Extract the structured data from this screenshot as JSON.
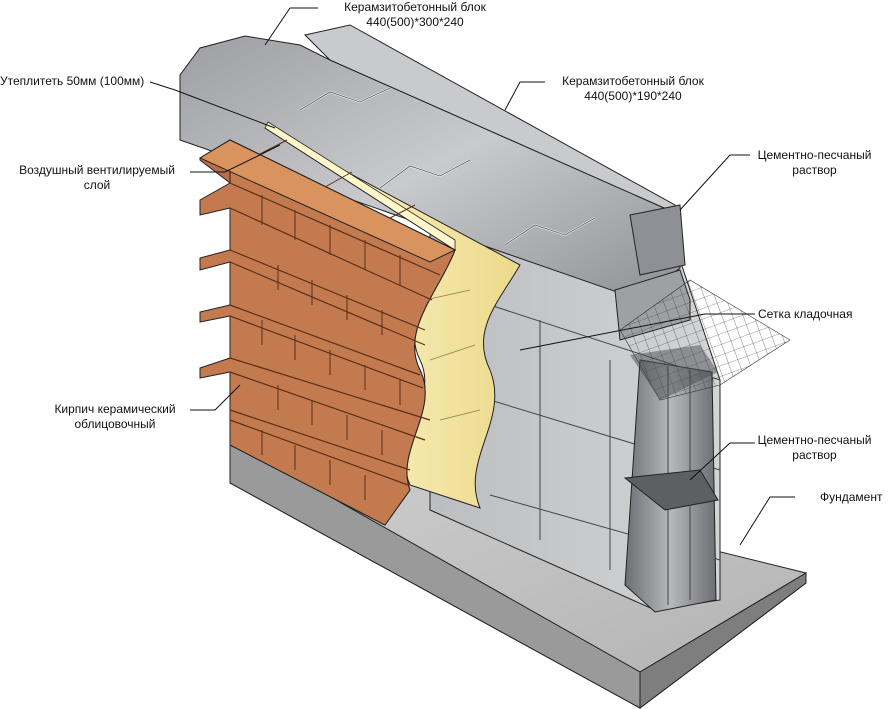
{
  "labels": {
    "block300_l1": "Керамзитобетонный блок",
    "block300_l2": "440(500)*300*240",
    "block190_l1": "Керамзитобетонный блок",
    "block190_l2": "440(500)*190*240",
    "insulation": "Утеплитеть 50мм (100мм)",
    "air_gap_l1": "Воздушный вентилируемый",
    "air_gap_l2": "слой",
    "mortar_top_l1": "Цементно-песчаный",
    "mortar_top_l2": "раствор",
    "mesh": "Сетка кладочная",
    "brick_l1": "Кирпич керамический",
    "brick_l2": "облицовочный",
    "mortar_bottom_l1": "Цементно-песчаный",
    "mortar_bottom_l2": "раствор",
    "foundation": "Фундамент"
  },
  "colors": {
    "brick": "#c0754a",
    "brick_light": "#d08a5c",
    "brick_dark": "#8c4f2e",
    "insulation": "#f7f0b8",
    "block": "#b8b9bc",
    "block_dark": "#7d7f84",
    "foundation": "#9c9c9c",
    "foundation_top": "#c4c4c4",
    "line": "#1a1a1a"
  }
}
